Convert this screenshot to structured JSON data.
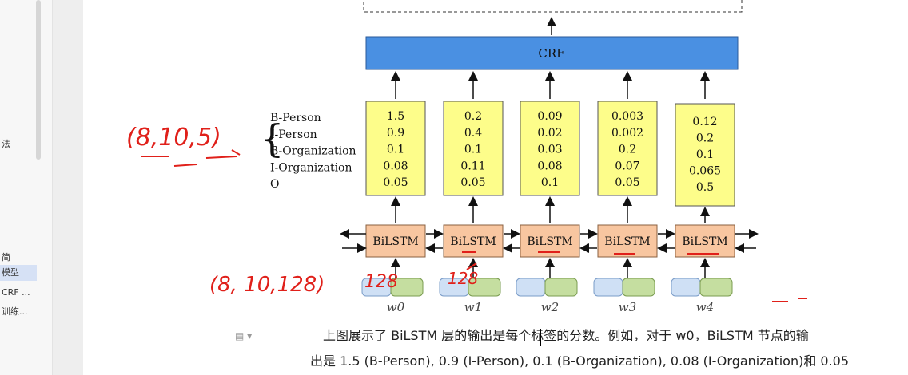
{
  "sidebar": {
    "items": [
      {
        "label": "法"
      },
      {
        "label": "简"
      },
      {
        "label": "模型"
      },
      {
        "label": "CRF ..."
      },
      {
        "label": "训练..."
      }
    ]
  },
  "figure": {
    "crf_label": "CRF",
    "bilstm_label": "BiLSTM",
    "tag_labels": [
      "B-Person",
      "I-Person",
      "B-Organization",
      "I-Organization",
      "O"
    ],
    "score_columns": [
      [
        "1.5",
        "0.9",
        "0.1",
        "0.08",
        "0.05"
      ],
      [
        "0.2",
        "0.4",
        "0.1",
        "0.11",
        "0.05"
      ],
      [
        "0.09",
        "0.02",
        "0.03",
        "0.08",
        "0.1"
      ],
      [
        "0.003",
        "0.002",
        "0.2",
        "0.07",
        "0.05"
      ],
      [
        "0.12",
        "0.2",
        "0.1",
        "0.065",
        "0.5"
      ]
    ],
    "word_labels": [
      "w0",
      "w1",
      "w2",
      "w3",
      "w4"
    ]
  },
  "annotations": {
    "shape1": "(8,10,5)",
    "shape2": "(8, 10,128)",
    "mark1": "128",
    "mark2": "128"
  },
  "caption": {
    "line1": "上图展示了 BiLSTM 层的输出是每个标签的分数。例如，对于 w0，BiLSTM 节点的输",
    "line2": "出是 1.5 (B-Person), 0.9 (I-Person), 0.1 (B-Organization), 0.08 (I-Organization)和 0.05"
  },
  "colors": {
    "crf_fill": "#4a90e2",
    "score_fill": "#fdfd8a",
    "bilstm_fill": "#f8c6a0",
    "embed_blue": "#cfe0f5",
    "embed_green": "#c5dea0",
    "annotation_red": "#e0201a"
  }
}
